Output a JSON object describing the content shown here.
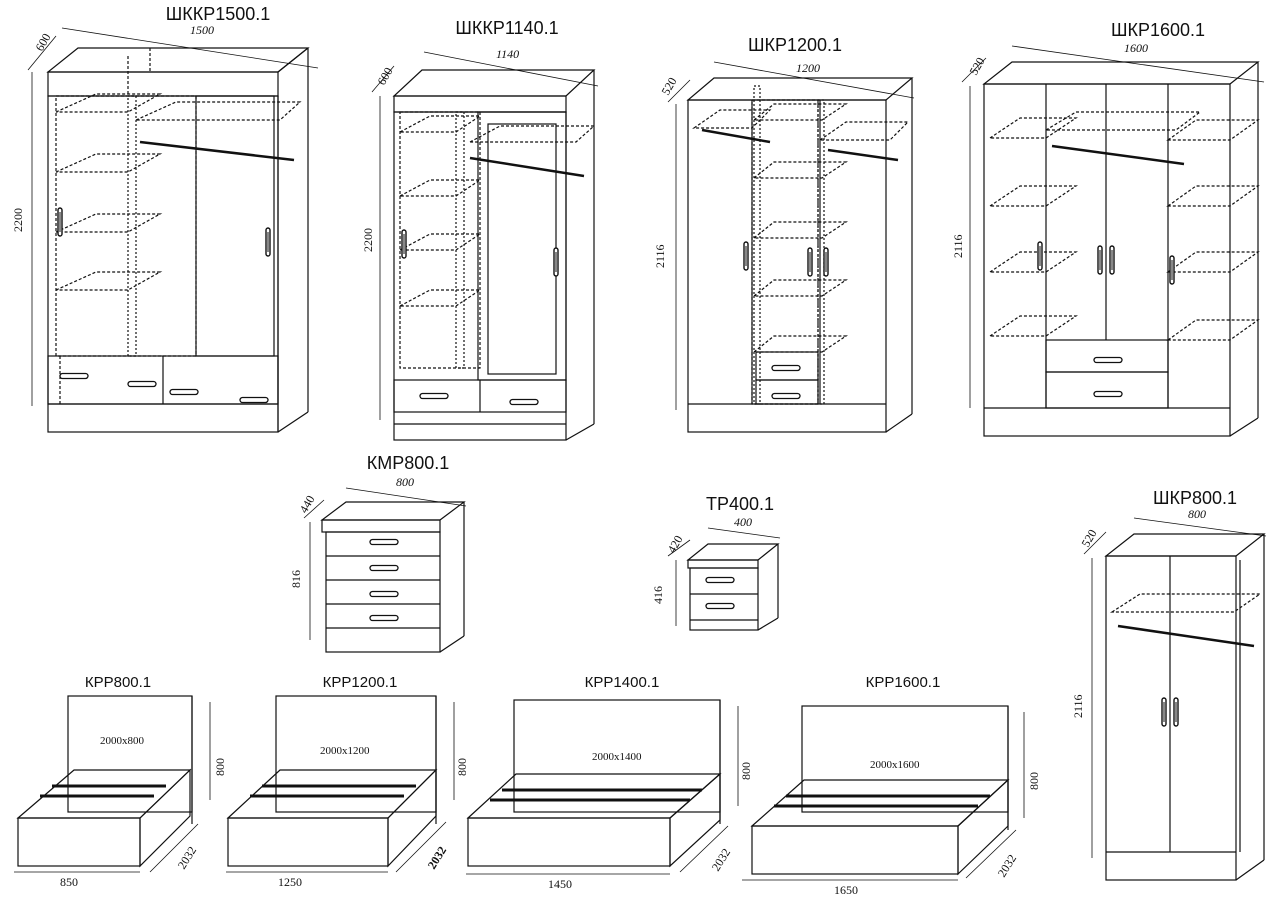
{
  "products": [
    {
      "key": "shkkr1500",
      "title": "ШККР1500.1",
      "width": "1500",
      "depth": "600",
      "height": "2200"
    },
    {
      "key": "shkkr1140",
      "title": "ШККР1140.1",
      "width": "1140",
      "depth": "600",
      "height": "2200"
    },
    {
      "key": "shkr1200",
      "title": "ШКР1200.1",
      "width": "1200",
      "depth": "520",
      "height": "2116"
    },
    {
      "key": "shkr1600",
      "title": "ШКР1600.1",
      "width": "1600",
      "depth": "520",
      "height": "2116"
    },
    {
      "key": "kmr800",
      "title": "КМР800.1",
      "width": "800",
      "depth": "440",
      "height": "816"
    },
    {
      "key": "tr400",
      "title": "ТР400.1",
      "width": "400",
      "depth": "420",
      "height": "416"
    },
    {
      "key": "shkr800",
      "title": "ШКР800.1",
      "width": "800",
      "depth": "520",
      "height": "2116"
    },
    {
      "key": "krr800",
      "title": "КРР800.1",
      "width": "850",
      "depth": "2032",
      "height": "800",
      "mattress": "2000x800"
    },
    {
      "key": "krr1200",
      "title": "КРР1200.1",
      "width": "1250",
      "depth": "2032",
      "height": "800",
      "mattress": "2000x1200"
    },
    {
      "key": "krr1400",
      "title": "КРР1400.1",
      "width": "1450",
      "depth": "2032",
      "height": "800",
      "mattress": "2000x1400"
    },
    {
      "key": "krr1600",
      "title": "КРР1600.1",
      "width": "1650",
      "depth": "2032",
      "height": "800",
      "mattress": "2000x1600"
    }
  ]
}
